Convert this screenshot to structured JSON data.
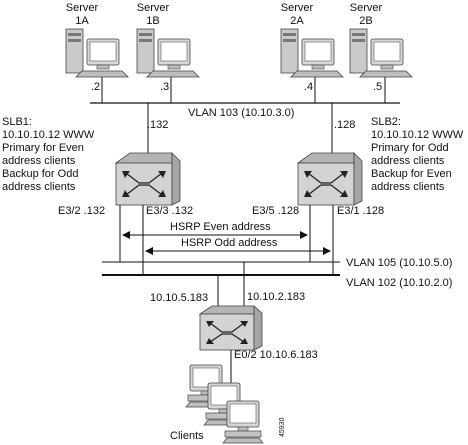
{
  "servers": [
    {
      "line1": "Server",
      "line2": "1A",
      "port": ".2"
    },
    {
      "line1": "Server",
      "line2": "1B",
      "port": ".3"
    },
    {
      "line1": "Server",
      "line2": "2A",
      "port": ".4"
    },
    {
      "line1": "Server",
      "line2": "2B",
      "port": ".5"
    }
  ],
  "vlan103": "VLAN 103 (10.10.3.0)",
  "vlan105": "VLAN 105 (10.10.5.0)",
  "vlan102": "VLAN 102 (10.10.2.0)",
  "slb1": {
    "lines": [
      "SLB1:",
      "10.10.10.12 WWW",
      "Primary for Even",
      "address clients",
      "Backup for Odd",
      "address clients"
    ],
    "top_ip": ".132",
    "port_left": "E3/2 .132",
    "port_right": "E3/3 .132"
  },
  "slb2": {
    "lines": [
      "SLB2:",
      "10.10.10.12 WWW",
      "Primary for Odd",
      "address clients",
      "Backup for Even",
      "address clients"
    ],
    "top_ip": ".128",
    "port_left": "E3/5 .128",
    "port_right": "E3/1 .128"
  },
  "hsrp_even": "HSRP Even address",
  "hsrp_odd": "HSRP Odd address",
  "router": {
    "ip_left": "10.10.5.183",
    "ip_right": "10.10.2.183",
    "port": "E0/2 10.10.6.183"
  },
  "clients_label": "Clients",
  "figure_id": "45930"
}
